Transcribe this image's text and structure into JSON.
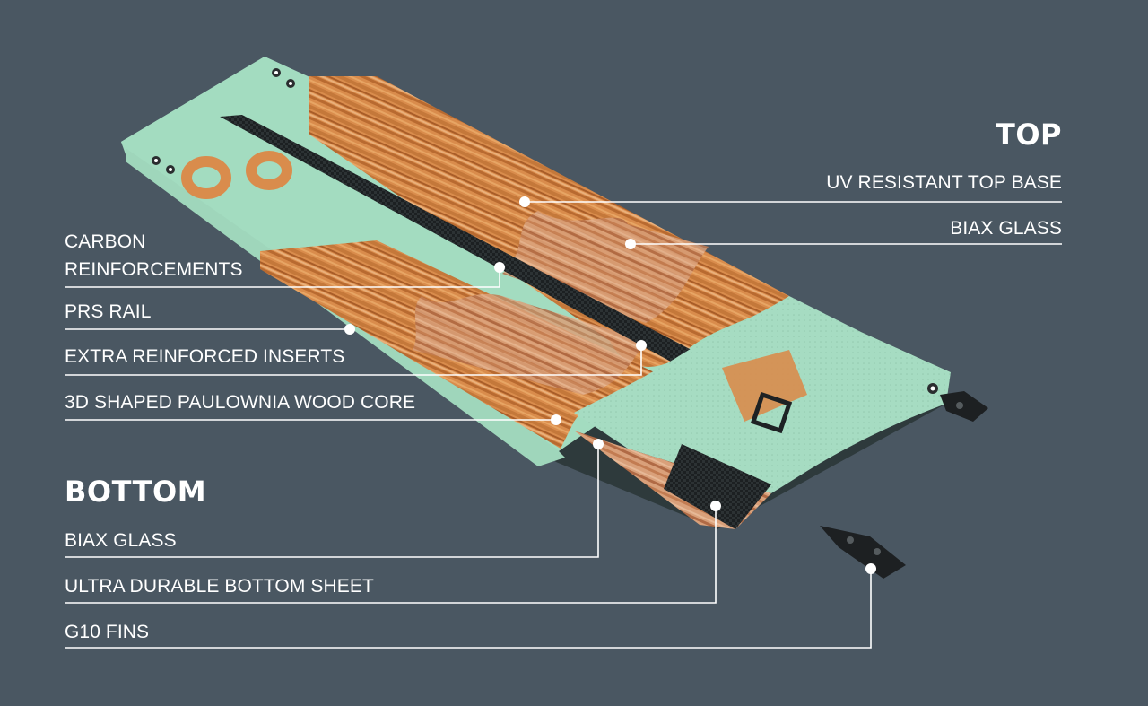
{
  "headings": {
    "top": "TOP",
    "bottom": "BOTTOM"
  },
  "labels": {
    "uv_top_base": "UV RESISTANT TOP BASE",
    "biax_glass_top": "BIAX GLASS",
    "carbon_line1": "CARBON",
    "carbon_line2": "REINFORCEMENTS",
    "prs_rail": "PRS RAIL",
    "inserts": "EXTRA REINFORCED INSERTS",
    "wood_core": "3D SHAPED PAULOWNIA WOOD CORE",
    "biax_glass_bottom": "BIAX GLASS",
    "bottom_sheet": "ULTRA DURABLE BOTTOM SHEET",
    "fins": "G10 FINS"
  },
  "colors": {
    "background": "#4a5762",
    "board_mint": "#a3dcc0",
    "wood": "#d4884a",
    "carbon": "#1e2224",
    "line": "#ffffff"
  }
}
